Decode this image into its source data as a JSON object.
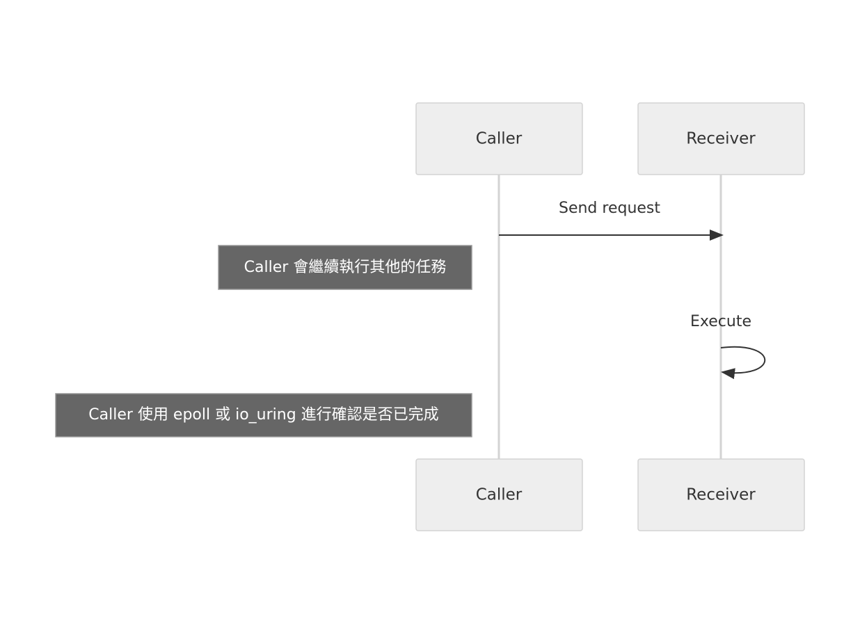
{
  "participants": [
    {
      "id": "caller",
      "label": "Caller"
    },
    {
      "id": "receiver",
      "label": "Receiver"
    }
  ],
  "messages": [
    {
      "from": "caller",
      "to": "receiver",
      "label": "Send request"
    },
    {
      "from": "receiver",
      "to": "receiver",
      "label": "Execute"
    }
  ],
  "notes": [
    {
      "position": "left of",
      "participant": "caller",
      "text": "Caller 會繼續執行其他的任務"
    },
    {
      "position": "left of",
      "participant": "caller",
      "text": "Caller 使用 epoll 或 io_uring 進行確認是否已完成"
    }
  ],
  "colors": {
    "actor_fill": "#eeeeee",
    "actor_stroke": "#d3d3d3",
    "lifeline": "#d3d3d3",
    "message": "#333333",
    "note_fill": "#666666",
    "note_text": "#ffffff"
  }
}
